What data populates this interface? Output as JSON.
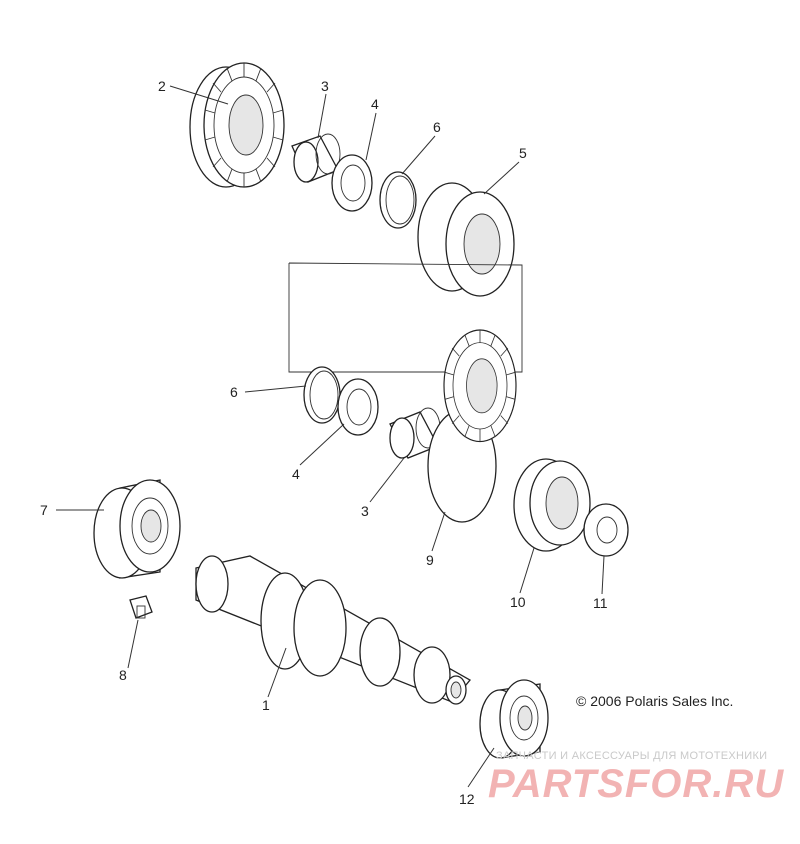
{
  "callouts": {
    "c2": "2",
    "c3a": "3",
    "c4a": "4",
    "c6a": "6",
    "c5": "5",
    "c6b": "6",
    "c4b": "4",
    "c3b": "3",
    "c9": "9",
    "c10": "10",
    "c11": "11",
    "c7": "7",
    "c8": "8",
    "c1": "1",
    "c12": "12"
  },
  "copyright": "© 2006 Polaris Sales Inc.",
  "watermark": {
    "tagline": "ЗАПЧАСТИ И АКСЕССУАРЫ ДЛЯ МОТОТЕХНИКИ",
    "logo": "PARTSFOR.RU"
  }
}
